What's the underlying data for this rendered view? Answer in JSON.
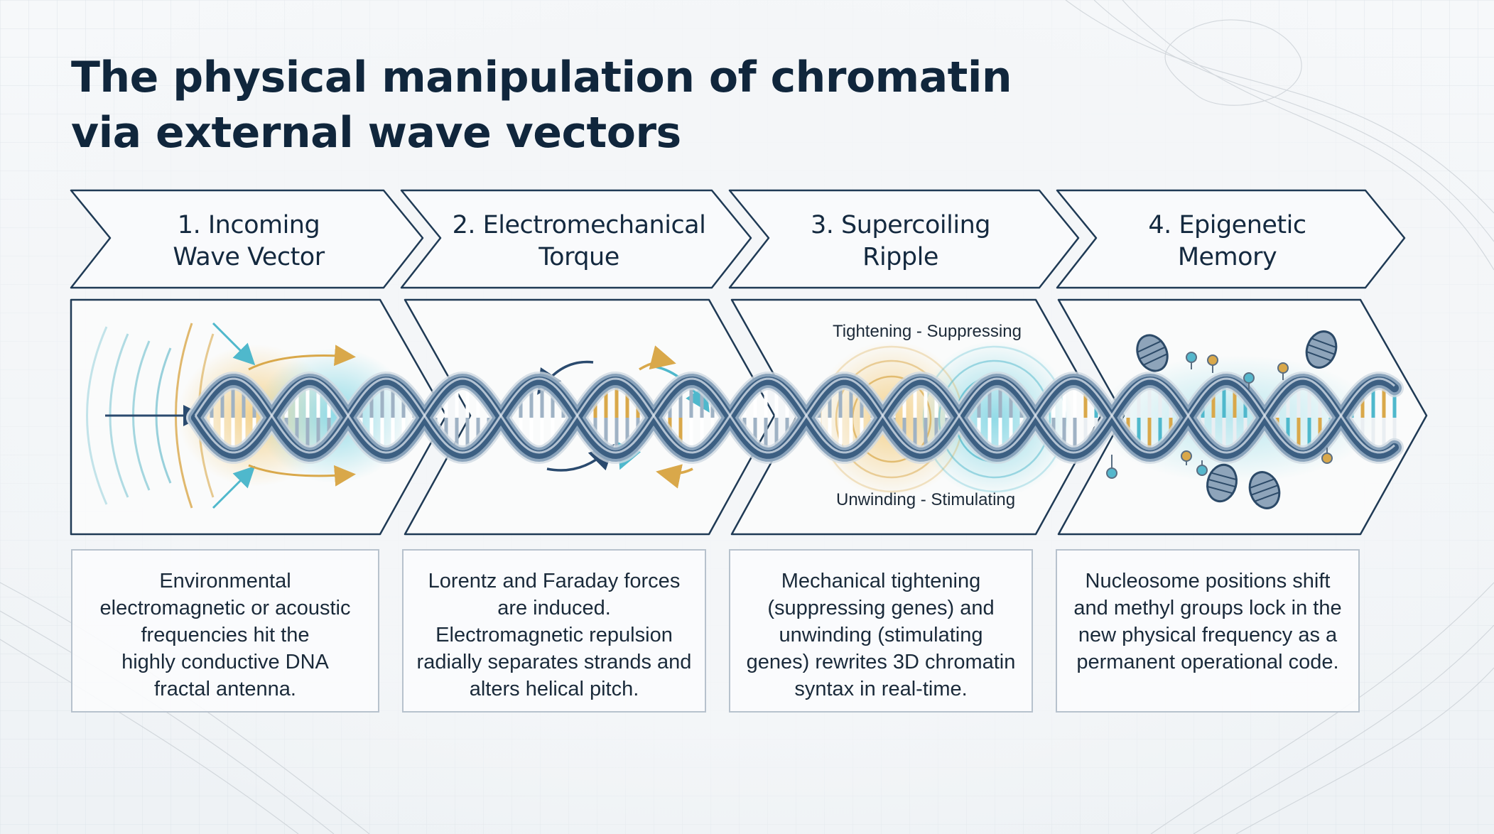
{
  "title_lines": [
    "The physical manipulation of chromatin",
    "via external wave vectors"
  ],
  "steps": [
    {
      "label_lines": [
        "1. Incoming",
        "Wave Vector"
      ],
      "desc_lines": [
        "Environmental",
        "electromagnetic or acoustic",
        "frequencies hit the",
        "highly conductive DNA",
        "fractal antenna."
      ]
    },
    {
      "label_lines": [
        "2. Electromechanical",
        "Torque"
      ],
      "desc_lines": [
        "Lorentz and Faraday forces",
        "are induced.",
        "Electromagnetic repulsion",
        "radially separates strands and",
        "alters helical pitch."
      ]
    },
    {
      "label_lines": [
        "3. Supercoiling",
        "Ripple"
      ],
      "desc_lines": [
        "Mechanical tightening",
        "(suppressing genes) and",
        "unwinding (stimulating",
        "genes) rewrites 3D chromatin",
        "syntax in real-time."
      ]
    },
    {
      "label_lines": [
        "4. Epigenetic",
        "Memory"
      ],
      "desc_lines": [
        "Nucleosome positions shift",
        "and methyl groups lock in the",
        "new physical frequency as a",
        "permanent operational code."
      ]
    }
  ],
  "annotations": {
    "tightening": "Tightening - Suppressing",
    "unwinding": "Unwinding - Stimulating"
  },
  "colors": {
    "title": "#10263c",
    "strand": "#3c5f82",
    "strand_light": "#8aa3bb",
    "gold": "#d9a84a",
    "teal": "#4fb8cc",
    "frame": "#1f3a55"
  }
}
